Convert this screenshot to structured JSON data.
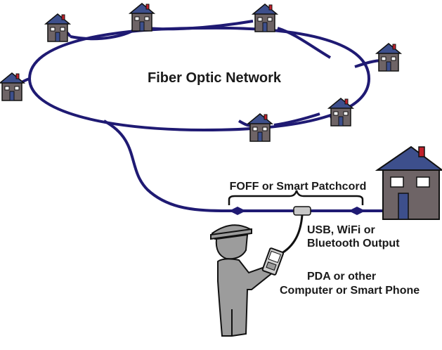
{
  "network": {
    "label": "Fiber Optic Network"
  },
  "labels": {
    "patchcord": "FOFF or Smart Patchcord",
    "output_line1": "USB, WiFi or",
    "output_line2": "Bluetooth Output",
    "device_line1": "PDA or other",
    "device_line2": "Computer or Smart Phone"
  },
  "colors": {
    "fiber": "#1f1a73",
    "house_wall": "#6e6466",
    "house_roof": "#3d4f8c",
    "house_chimney": "#c0202a",
    "person": "#9c9c9c",
    "outline": "#111111"
  },
  "icons": {
    "house": "house-icon",
    "person": "technician-person-icon",
    "device": "pda-icon",
    "adapter": "usb-adapter-icon",
    "connector": "fiber-connector-icon"
  }
}
